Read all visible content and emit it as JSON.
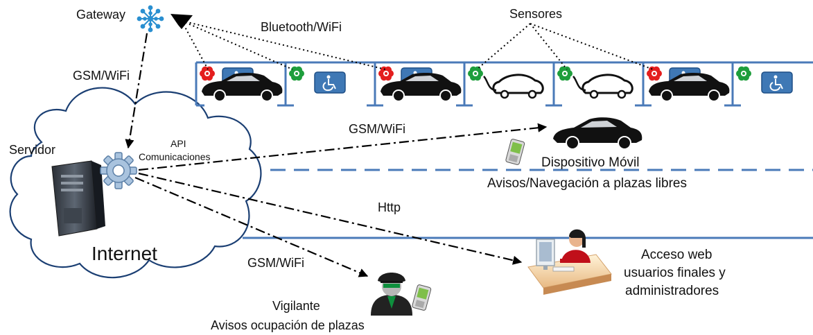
{
  "labels": {
    "gateway": "Gateway",
    "bluetooth_wifi": "Bluetooth/WiFi",
    "sensores": "Sensores",
    "gsm_wifi_gateway": "GSM/WiFi",
    "gsm_wifi_mobile": "GSM/WiFi",
    "gsm_wifi_guard": "GSM/WiFi",
    "servidor": "Servidor",
    "api": "API",
    "comunicaciones": "Comunicaciones",
    "internet": "Internet",
    "http": "Http",
    "dispositivo_movil": "Dispositivo Móvil",
    "avisos_navegacion": "Avisos/Navegación a plazas libres",
    "vigilante": "Vigilante",
    "avisos_ocupacion": "Avisos ocupación de plazas",
    "acceso_web_1": "Acceso web",
    "acceso_web_2": "usuarios finales y",
    "acceso_web_3": "administradores"
  },
  "parking_spots": [
    {
      "sensor": "occupied",
      "vehicle": "car"
    },
    {
      "sensor": "free",
      "vehicle": "disabled-sign"
    },
    {
      "sensor": "occupied",
      "vehicle": "car"
    },
    {
      "sensor": "free",
      "vehicle": "electric-car-outline"
    },
    {
      "sensor": "free",
      "vehicle": "electric-car-outline"
    },
    {
      "sensor": "occupied",
      "vehicle": "car"
    },
    {
      "sensor": "free",
      "vehicle": "disabled-sign"
    }
  ],
  "colors": {
    "sensor_occupied": "#e41e1e",
    "sensor_free": "#1e9e3c",
    "lane": "#4a7ab8",
    "disabled_sign": "#3f78b5",
    "gateway": "#2a8fd0",
    "gear": "#7ea6cf"
  }
}
